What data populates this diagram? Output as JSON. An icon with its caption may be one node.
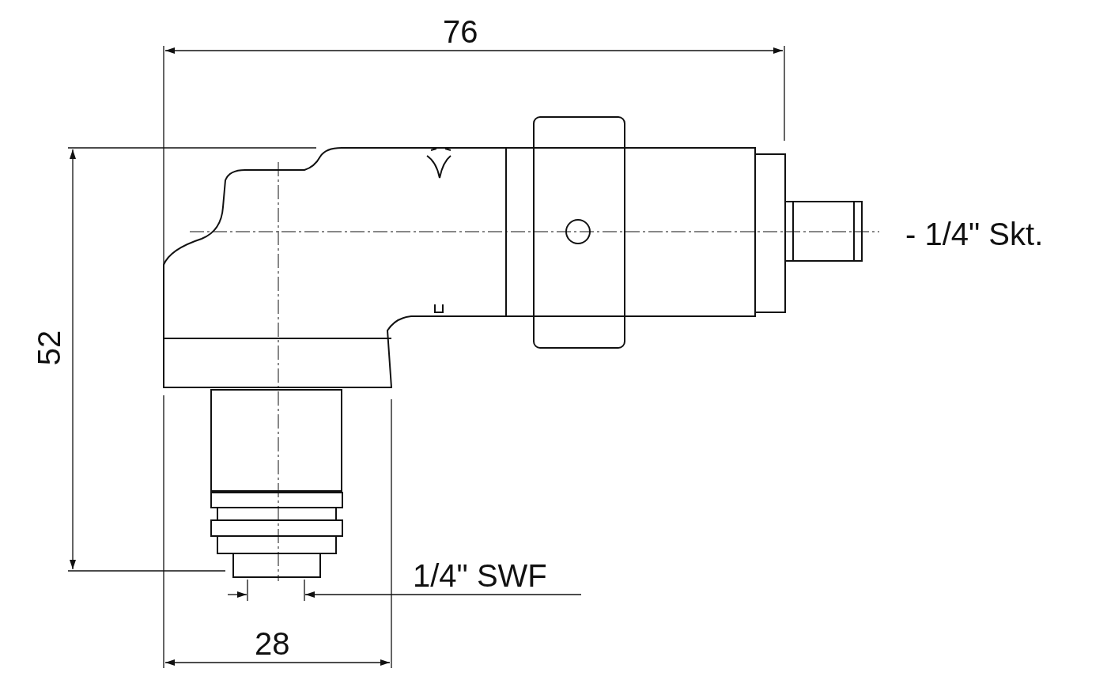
{
  "diagram": {
    "labels": [
      "76",
      "- 1/4\" Skt.",
      "52",
      "1/4\" SWF",
      "28"
    ]
  }
}
